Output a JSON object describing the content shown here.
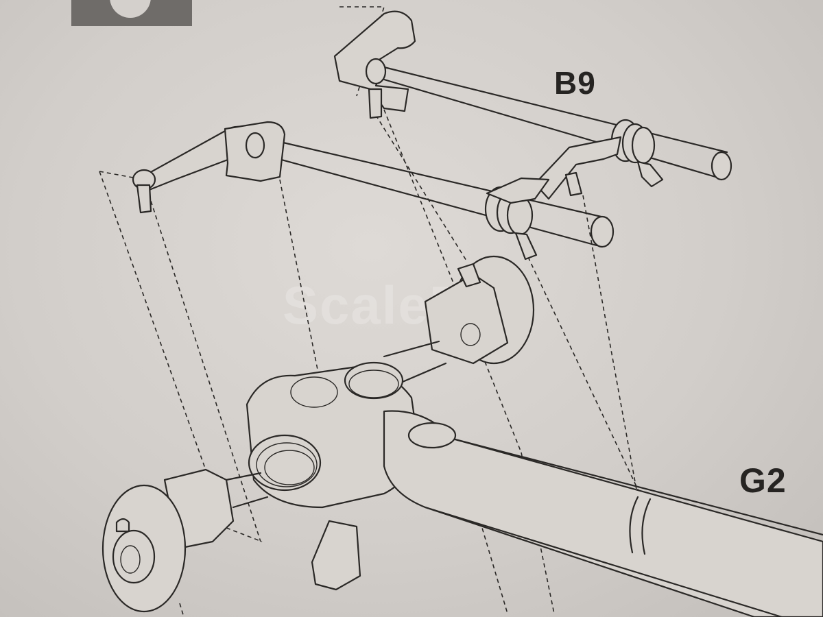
{
  "labels": {
    "part_b9": "B9",
    "part_g2": "G2",
    "watermark": "ScaleDog"
  },
  "colors": {
    "paper": "#d6d2ce",
    "ink": "#2a2826",
    "corner_block": "#6f6c69"
  }
}
